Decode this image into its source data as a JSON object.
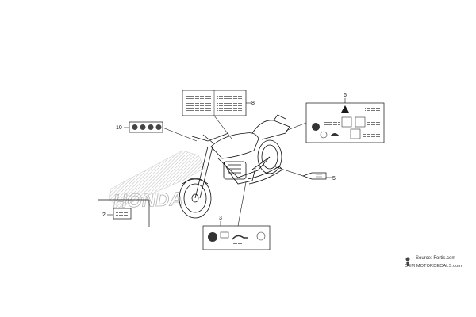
{
  "callouts": {
    "c2": "2",
    "c3": "3",
    "c5": "5",
    "c6": "6",
    "c8": "8",
    "c10": "10"
  },
  "watermark": {
    "line1": "Source: Fortis.com",
    "line2": "OEM MOTORDECALS.com"
  },
  "decal_text": "HONDA",
  "colors": {
    "line": "#111111",
    "hatch": "#c8c8c8",
    "warning": "#1a1a1a"
  }
}
